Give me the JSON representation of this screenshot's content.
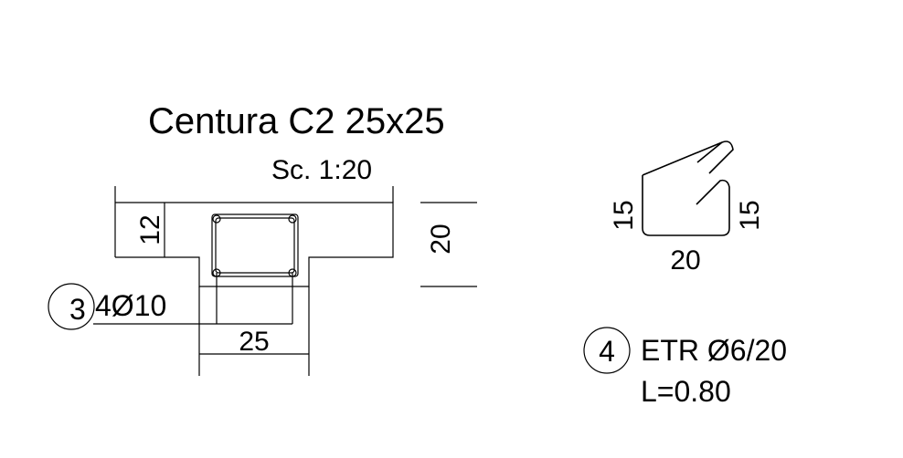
{
  "section": {
    "title": "Centura C2 25x25",
    "scale": "Sc. 1:20"
  },
  "dimensions": {
    "slab_thickness": "12",
    "beam_height": "20",
    "beam_width": "25"
  },
  "longitudinal_rebar": {
    "mark": "3",
    "spec": "4Ø10"
  },
  "stirrup": {
    "mark": "4",
    "spec": "ETR Ø6/20",
    "length": "L=0.80",
    "leg_left": "15",
    "leg_right": "15",
    "width": "20"
  },
  "colors": {
    "background": "#ffffff",
    "ink": "#000000"
  }
}
